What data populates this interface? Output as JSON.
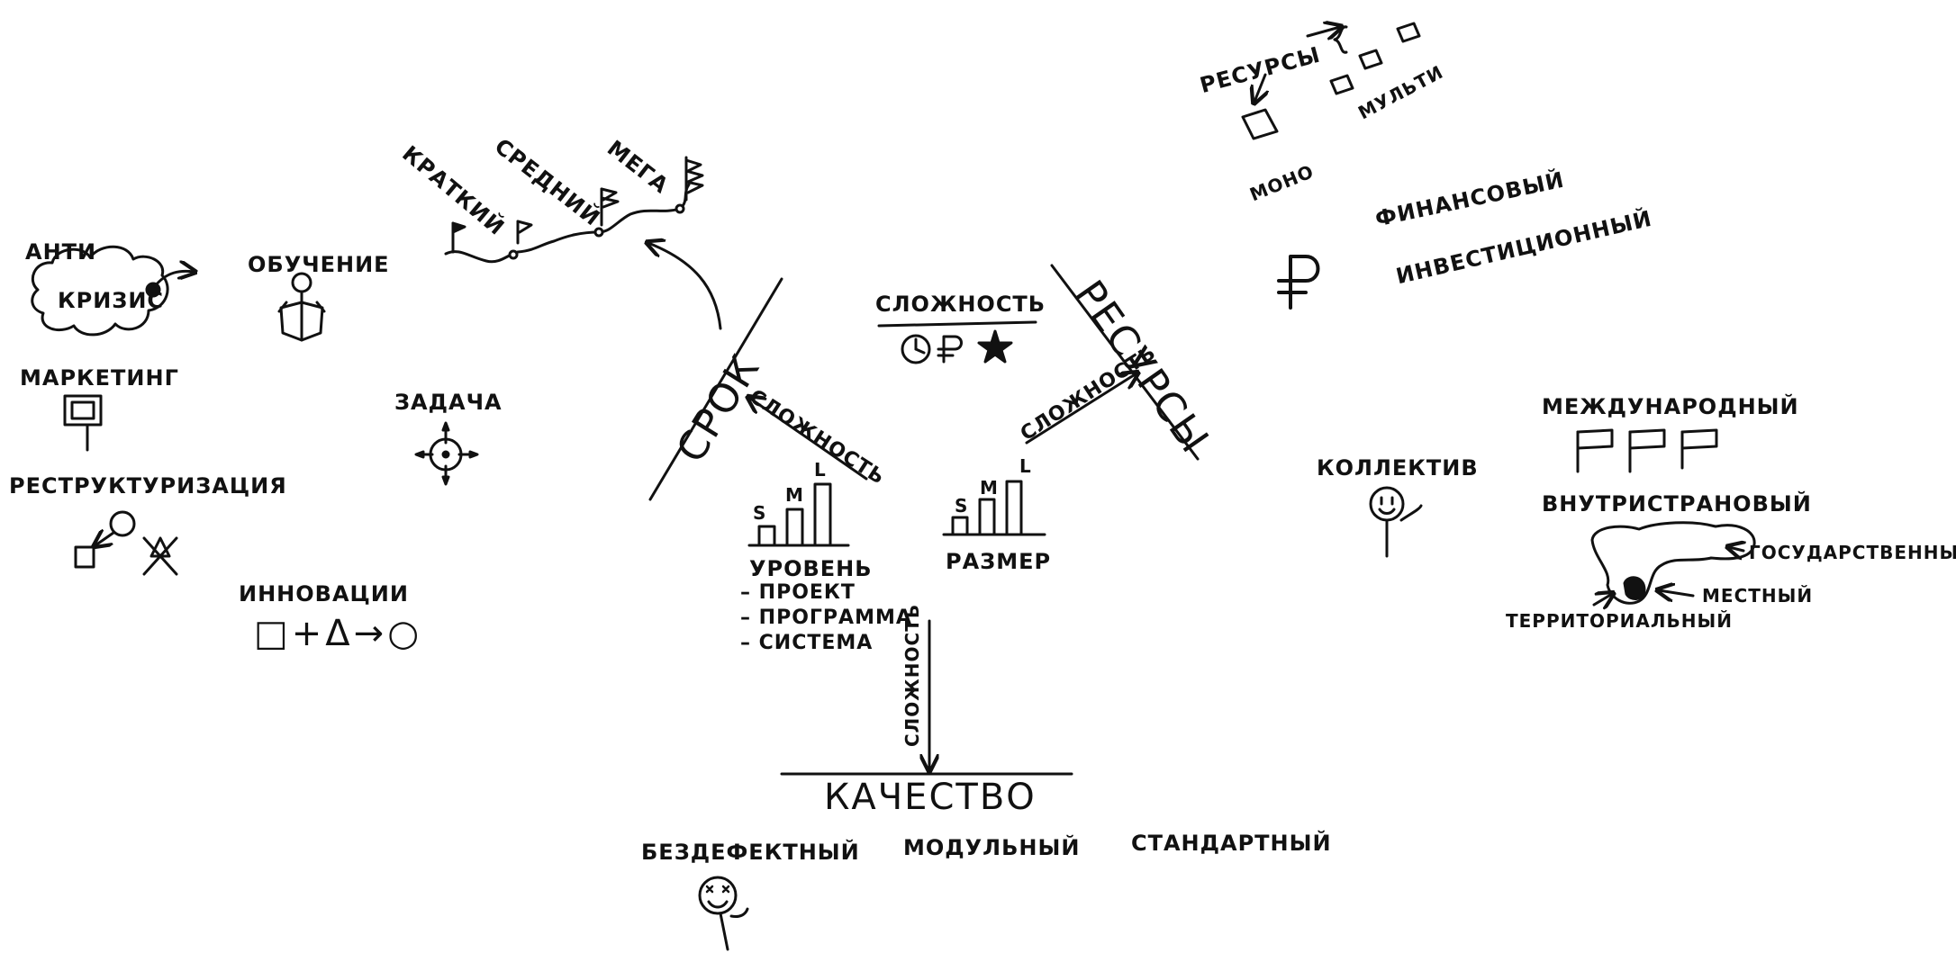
{
  "duration": {
    "label": "СРОК",
    "complexity_label": "СЛОЖНОСТЬ",
    "types": [
      "КРАТКИЙ",
      "СРЕДНИЙ",
      "МЕГА"
    ]
  },
  "resources": {
    "label": "РЕСУРСЫ",
    "complexity_label": "СЛОЖНОСТЬ",
    "top_label": "РЕСУРСЫ",
    "mono": "МОНО",
    "multi": "МУЛЬТИ",
    "financial": "ФИНАНСОВЫЙ",
    "investment": "ИНВЕСТИЦИОННЫЙ",
    "currency_symbol": "₽"
  },
  "complexity": {
    "label": "СЛОЖНОСТЬ",
    "symbols": "◷ ₽ ★"
  },
  "level": {
    "title": "УРОВЕНЬ",
    "items": [
      "– ПРОЕКТ",
      "– ПРОГРАММА",
      "– СИСТЕМА"
    ],
    "sizes": [
      "S",
      "M",
      "L"
    ]
  },
  "size": {
    "title": "РАЗМЕР",
    "sizes": [
      "S",
      "M",
      "L"
    ]
  },
  "quality": {
    "label": "КАЧЕСТВО",
    "complexity_label": "СЛОЖНОСТЬ",
    "types": [
      "БЕЗДЕФЕКТНЫЙ",
      "МОДУЛЬНЫЙ",
      "СТАНДАРТНЫЙ"
    ]
  },
  "tasks": {
    "anti": "АНТИ",
    "crisis": "КРИЗИС",
    "training": "ОБУЧЕНИЕ",
    "marketing": "МАРКЕТИНГ",
    "task": "ЗАДАЧА",
    "restructuring": "РЕСТРУКТУРИЗАЦИЯ",
    "innovation": "ИННОВАЦИИ",
    "innovation_formula": "□+Δ→○"
  },
  "team": {
    "label": "КОЛЛЕКТИВ"
  },
  "scope": {
    "international": "МЕЖДУНАРОДНЫЙ",
    "domestic": "ВНУТРИСТРАНОВЫЙ",
    "state": "ГОСУДАРСТВЕННЫЙ",
    "local": "МЕСТНЫЙ",
    "territorial": "ТЕРРИТОРИАЛЬНЫЙ"
  }
}
